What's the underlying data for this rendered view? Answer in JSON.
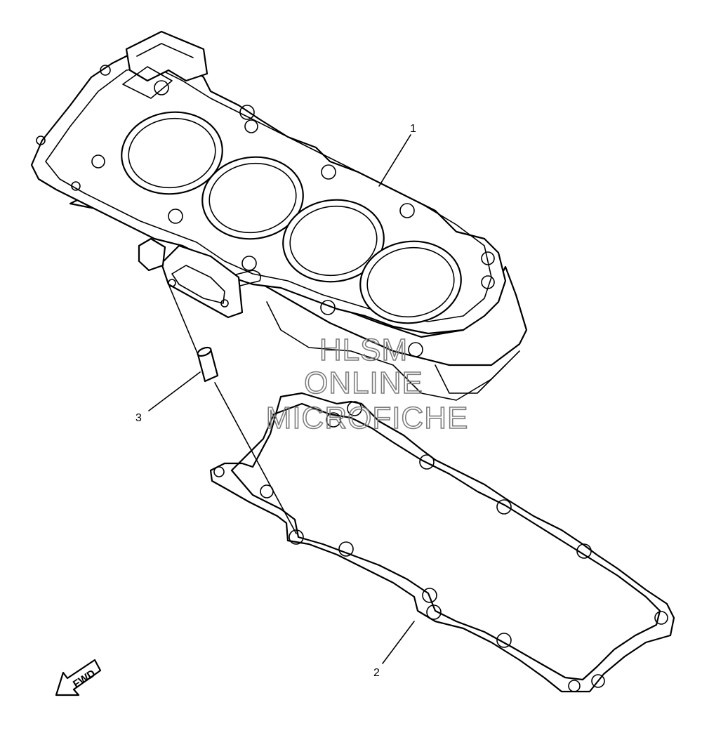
{
  "callouts": [
    {
      "id": "1",
      "label": "1"
    },
    {
      "id": "2",
      "label": "2"
    },
    {
      "id": "3",
      "label": "3"
    }
  ],
  "watermark": {
    "line1": "HLSM",
    "line2": "ONLINE",
    "line3": "MICROFICHE"
  },
  "fwd_arrow": {
    "label": "FWD"
  }
}
